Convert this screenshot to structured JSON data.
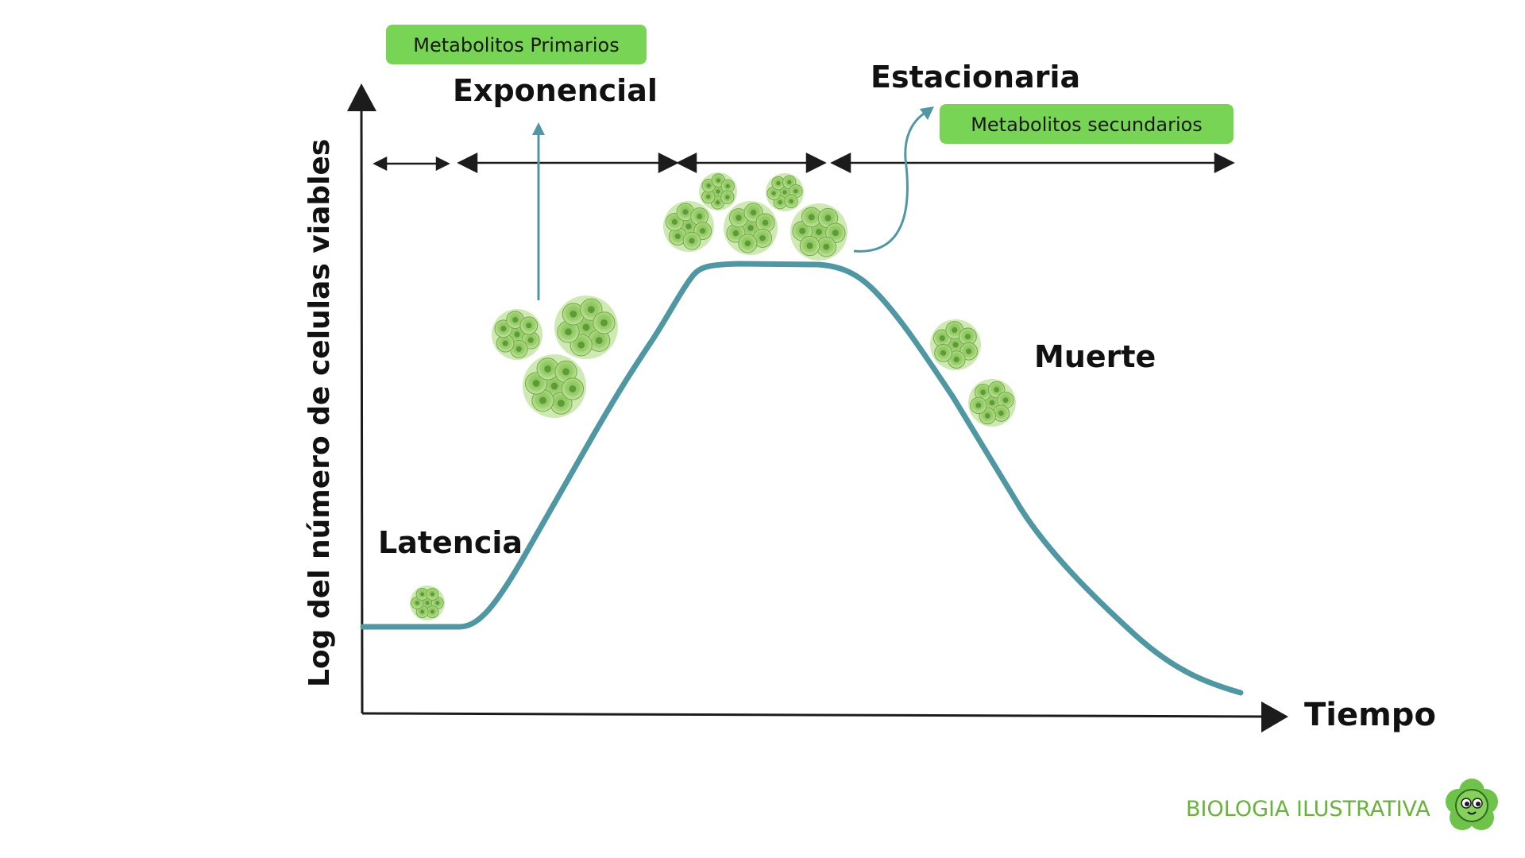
{
  "axes": {
    "x_label": "Tiempo",
    "y_label": "Log del número de celulas viables"
  },
  "phases": {
    "lag": "Latencia",
    "exponential": "Exponencial",
    "stationary": "Estacionaria",
    "death": "Muerte"
  },
  "tags": {
    "primary": "Metabolitos Primarios",
    "secondary": "Metabolitos secundarios"
  },
  "brand": {
    "prefix": "Bi",
    "middle": "ologia",
    "suffix": "ilustrativa",
    "display": "BIOLOGIA ILUSTRATIVA"
  },
  "colors": {
    "curve": "#4e97a3",
    "axis": "#1c1c1c",
    "tag_bg": "#77d455",
    "cell_fill": "#9ccf6c",
    "cell_dark": "#5c9a3a",
    "brand": "#69b33a"
  }
}
